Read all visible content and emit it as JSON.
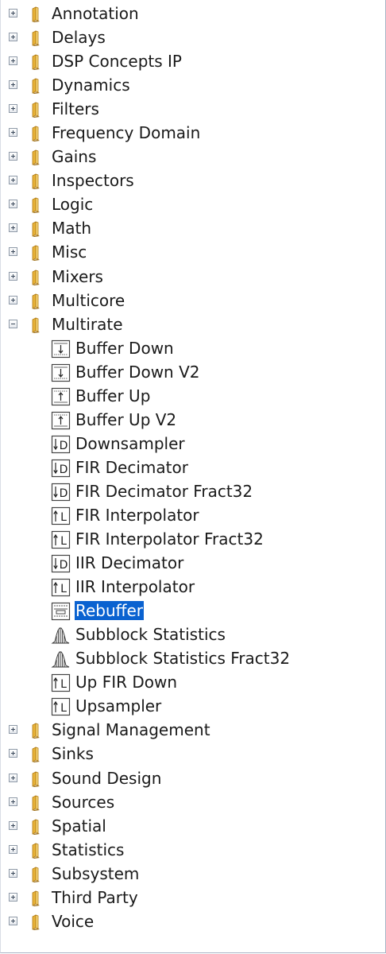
{
  "tree": {
    "items": [
      {
        "label": "Annotation",
        "type": "category",
        "state": "collapsed"
      },
      {
        "label": "Delays",
        "type": "category",
        "state": "collapsed"
      },
      {
        "label": "DSP Concepts IP",
        "type": "category",
        "state": "collapsed"
      },
      {
        "label": "Dynamics",
        "type": "category",
        "state": "collapsed"
      },
      {
        "label": "Filters",
        "type": "category",
        "state": "collapsed"
      },
      {
        "label": "Frequency Domain",
        "type": "category",
        "state": "collapsed"
      },
      {
        "label": "Gains",
        "type": "category",
        "state": "collapsed"
      },
      {
        "label": "Inspectors",
        "type": "category",
        "state": "collapsed"
      },
      {
        "label": "Logic",
        "type": "category",
        "state": "collapsed"
      },
      {
        "label": "Math",
        "type": "category",
        "state": "collapsed"
      },
      {
        "label": "Misc",
        "type": "category",
        "state": "collapsed"
      },
      {
        "label": "Mixers",
        "type": "category",
        "state": "collapsed"
      },
      {
        "label": "Multicore",
        "type": "category",
        "state": "collapsed"
      },
      {
        "label": "Multirate",
        "type": "category",
        "state": "expanded"
      },
      {
        "label": "Buffer Down",
        "type": "module",
        "icon": "buffer-down-icon"
      },
      {
        "label": "Buffer Down V2",
        "type": "module",
        "icon": "buffer-down-icon"
      },
      {
        "label": "Buffer Up",
        "type": "module",
        "icon": "buffer-up-icon"
      },
      {
        "label": "Buffer Up V2",
        "type": "module",
        "icon": "buffer-up-icon"
      },
      {
        "label": "Downsampler",
        "type": "module",
        "icon": "decimator-icon",
        "glyph": "D"
      },
      {
        "label": "FIR Decimator",
        "type": "module",
        "icon": "decimator-icon",
        "glyph": "D"
      },
      {
        "label": "FIR Decimator Fract32",
        "type": "module",
        "icon": "decimator-icon",
        "glyph": "D"
      },
      {
        "label": "FIR Interpolator",
        "type": "module",
        "icon": "interpolator-icon",
        "glyph": "L"
      },
      {
        "label": "FIR Interpolator Fract32",
        "type": "module",
        "icon": "interpolator-icon",
        "glyph": "L"
      },
      {
        "label": "IIR Decimator",
        "type": "module",
        "icon": "decimator-icon",
        "glyph": "D"
      },
      {
        "label": "IIR Interpolator",
        "type": "module",
        "icon": "interpolator-icon",
        "glyph": "L"
      },
      {
        "label": "Rebuffer",
        "type": "module",
        "icon": "rebuffer-icon",
        "selected": true
      },
      {
        "label": "Subblock Statistics",
        "type": "module",
        "icon": "statistics-icon"
      },
      {
        "label": "Subblock Statistics Fract32",
        "type": "module",
        "icon": "statistics-icon"
      },
      {
        "label": "Up FIR Down",
        "type": "module",
        "icon": "interpolator-icon",
        "glyph": "L"
      },
      {
        "label": "Upsampler",
        "type": "module",
        "icon": "interpolator-icon",
        "glyph": "L"
      },
      {
        "label": "Signal Management",
        "type": "category",
        "state": "collapsed"
      },
      {
        "label": "Sinks",
        "type": "category",
        "state": "collapsed"
      },
      {
        "label": "Sound Design",
        "type": "category",
        "state": "collapsed"
      },
      {
        "label": "Sources",
        "type": "category",
        "state": "collapsed"
      },
      {
        "label": "Spatial",
        "type": "category",
        "state": "collapsed"
      },
      {
        "label": "Statistics",
        "type": "category",
        "state": "collapsed"
      },
      {
        "label": "Subsystem",
        "type": "category",
        "state": "collapsed"
      },
      {
        "label": "Third Party",
        "type": "category",
        "state": "collapsed"
      },
      {
        "label": "Voice",
        "type": "category",
        "state": "collapsed"
      }
    ]
  },
  "colors": {
    "selection": "#0a62d0",
    "folder": "#e8b339",
    "folder_shadow": "#b07a12"
  }
}
